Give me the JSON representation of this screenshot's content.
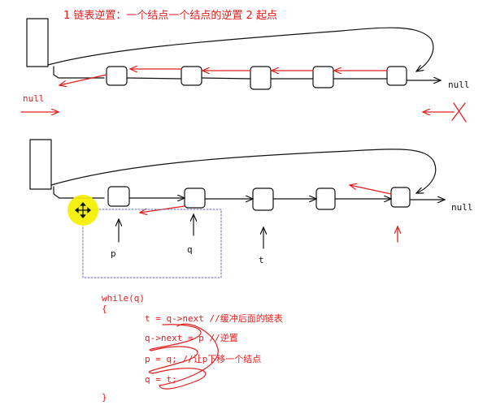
{
  "heading": "1 链表逆置：一个结点一个结点的逆置  2 起点",
  "diagram1": {
    "null_right": "null",
    "null_left": "null"
  },
  "diagram2": {
    "null_right": "null",
    "label_p": "p",
    "label_q": "q",
    "label_t": "t"
  },
  "code": {
    "line_while": "while(q)",
    "line_open": "{",
    "line_t": "t = q->next //缓冲后面的链表",
    "line_qnext": "q->next = p      //逆置",
    "line_p": "p = q; //让p下移一个结点",
    "line_q": "q = t;",
    "line_close": "}"
  },
  "colors": {
    "annotation": "#e02020",
    "ink": "#111111",
    "cursor_highlight": "#f5f000",
    "selection_box": "#6a6aaa"
  },
  "icons": {
    "cursor": "move-cursor-icon"
  }
}
